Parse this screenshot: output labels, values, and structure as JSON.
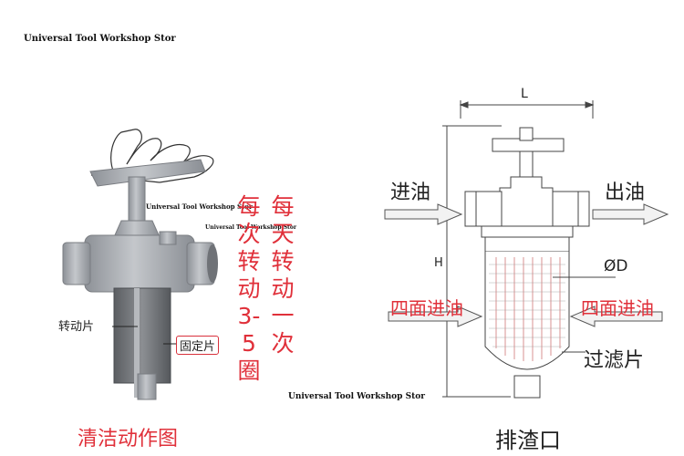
{
  "watermark": {
    "header": "Universal Tool Workshop Stor",
    "overlay_1": "Universal Tool Workshop Stor",
    "overlay_2": "Universal Tool Workshop Stor",
    "bottom": "Universal Tool Workshop Stor"
  },
  "left_figure": {
    "instruction": "每天转动一次 每次转动3-5圈",
    "instruction_col1": "每天转动一次",
    "instruction_col2": "每次转动3-5圈",
    "label_rotating_plate": "转动片",
    "label_fixed_plate": "固定片",
    "caption": "清洁动作图"
  },
  "right_figure": {
    "dim_length": "L",
    "dim_height": "H",
    "dim_diameter": "ØD",
    "inlet": "进油",
    "outlet": "出油",
    "four_side_left": "四面进油",
    "four_side_right": "四面进油",
    "filter": "过滤片",
    "drain": "排渣口"
  },
  "colors": {
    "instruction_red": "#e0303a",
    "label_red_outline": "#d8313c",
    "metal": "#a9adb2",
    "drawing": "#444444",
    "arrow_fill": "#f2f2f2"
  }
}
